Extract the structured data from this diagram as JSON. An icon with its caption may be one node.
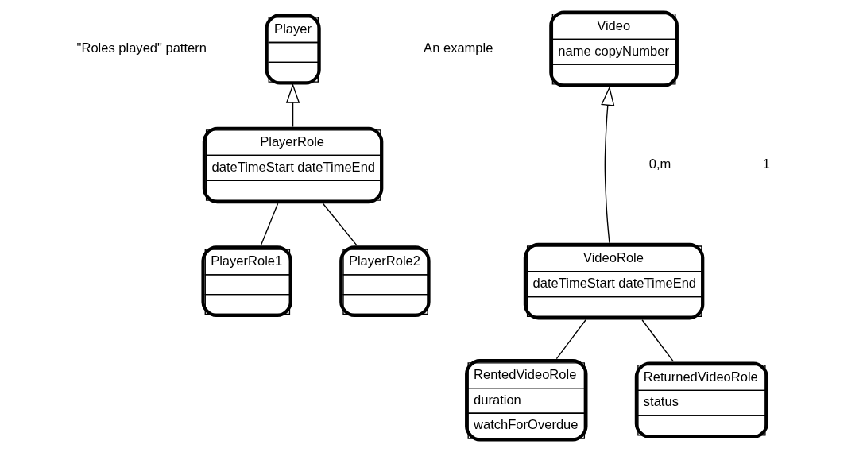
{
  "diagram": {
    "nodes": [
      {
        "text": [
          "Player"
        ]
      },
      {
        "text": [
          "PlayerRole",
          "dateTimeStart dateTimeEnd"
        ]
      },
      {
        "text": [
          "PlayerRole1"
        ]
      },
      {
        "text": [
          "PlayerRole2"
        ]
      },
      {
        "text": [
          "Video",
          "name copyNumber"
        ]
      },
      {
        "text": [
          "VideoRole",
          "dateTimeStart dateTimeEnd"
        ]
      },
      {
        "text": [
          "RentedVideoRole",
          "duration",
          "watchForOverdue"
        ]
      },
      {
        "text": [
          "ReturnedVideoRole",
          "status"
        ]
      }
    ],
    "edges": [
      {
        "from": 1,
        "to": 0,
        "arrow": "to"
      },
      {
        "from": 1,
        "to": 2,
        "arrow": "none"
      },
      {
        "from": 1,
        "to": 3,
        "arrow": "none"
      },
      {
        "from": 5,
        "to": 4,
        "arrow": "to"
      },
      {
        "from": 5,
        "to": 6,
        "arrow": "none"
      },
      {
        "from": 5,
        "to": 7,
        "arrow": "none"
      }
    ],
    "labels": [
      "\"Roles played\" pattern",
      "An example",
      "0,m",
      "1"
    ]
  }
}
